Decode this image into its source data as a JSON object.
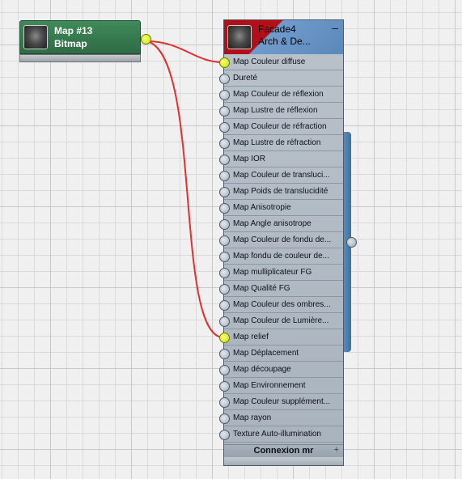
{
  "bitmap_node": {
    "title": "Map #13",
    "type": "Bitmap",
    "thumbnail_icon": "texture-thumbnail-icon",
    "color": "#2f6b45"
  },
  "material_node": {
    "title": "Facade4",
    "type": "Arch & De...",
    "thumbnail_icon": "material-sphere-thumbnail-icon",
    "minimize_label": "–",
    "colors": {
      "header_red": "#b30f1a",
      "header_blue": "#5b88ba",
      "side_bar": "#4a7fb0"
    },
    "slots": [
      {
        "label": "Map Couleur diffuse",
        "connected": true
      },
      {
        "label": "Dureté",
        "connected": false
      },
      {
        "label": "Map Couleur de réflexion",
        "connected": false
      },
      {
        "label": "Map Lustre de réflexion",
        "connected": false
      },
      {
        "label": "Map Couleur de réfraction",
        "connected": false
      },
      {
        "label": "Map Lustre de réfraction",
        "connected": false
      },
      {
        "label": "Map IOR",
        "connected": false
      },
      {
        "label": "Map Couleur de transluci...",
        "connected": false
      },
      {
        "label": "Map Poids de translucidité",
        "connected": false
      },
      {
        "label": "Map Anisotropie",
        "connected": false
      },
      {
        "label": "Map Angle anisotrope",
        "connected": false
      },
      {
        "label": "Map Couleur de fondu de...",
        "connected": false
      },
      {
        "label": "Map fondu de couleur de...",
        "connected": false
      },
      {
        "label": "Map mulliplicateur FG",
        "connected": false
      },
      {
        "label": "Map Qualité FG",
        "connected": false
      },
      {
        "label": "Map Couleur des ombres...",
        "connected": false
      },
      {
        "label": "Map Couleur de Lumière...",
        "connected": false
      },
      {
        "label": "Map relief",
        "connected": true
      },
      {
        "label": "Map Déplacement",
        "connected": false
      },
      {
        "label": "Map découpage",
        "connected": false
      },
      {
        "label": "Map Environnement",
        "connected": false
      },
      {
        "label": "Map Couleur supplément...",
        "connected": false
      },
      {
        "label": "Map rayon",
        "connected": false
      },
      {
        "label": "Texture Auto-illumination",
        "connected": false
      }
    ],
    "footer": {
      "label": "Connexion mr",
      "expand_label": "+"
    }
  },
  "wire_color": "#e03030"
}
